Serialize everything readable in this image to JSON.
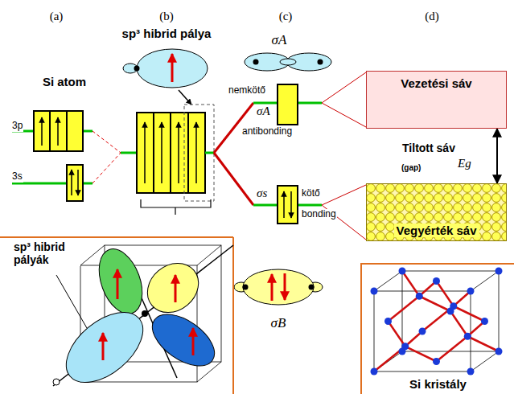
{
  "diagram": {
    "nodes": [
      {
        "text": [
          "Vezetési sáv"
        ]
      },
      {
        "text": [
          "Vegyérték sáv"
        ]
      },
      {
        "text": [
          "Si kristály"
        ]
      }
    ],
    "edges": [
      {
        "from": 1,
        "to": 0,
        "arrow": "both"
      }
    ],
    "labels": [
      "(a)",
      "(b)",
      "(c)",
      "(d)",
      "sp³ hibrid pálya",
      "σA",
      "Si atom",
      "3p",
      "3s",
      "nemkötő",
      "σA",
      "antibonding",
      "Tiltott sáv",
      "(gap)",
      "Eg",
      "σs",
      "kötő",
      "bonding",
      "σB",
      "sp³ hibrid pályák"
    ]
  }
}
